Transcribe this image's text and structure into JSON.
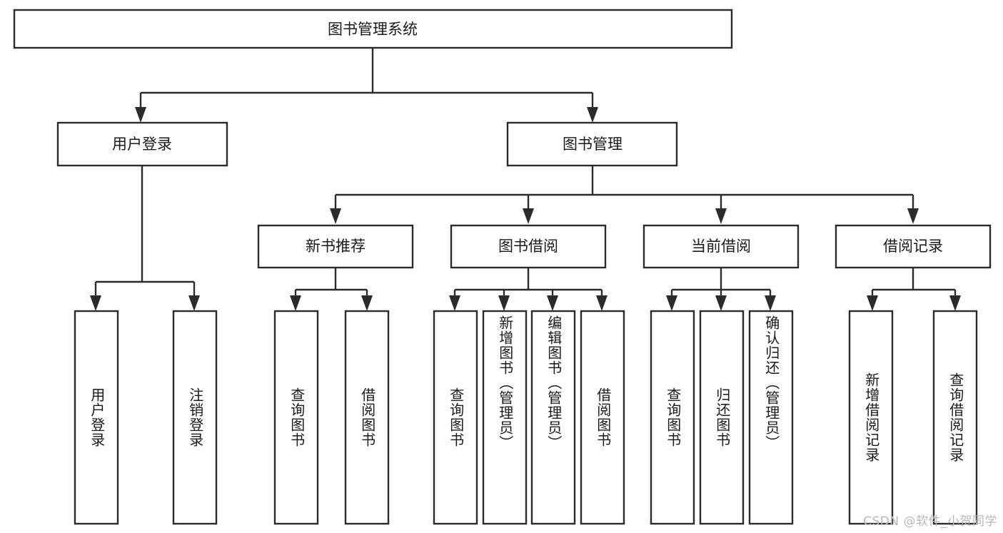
{
  "diagram": {
    "type": "tree",
    "title": "图书管理系统",
    "orientation": "top-down",
    "root": {
      "label": "图书管理系统"
    },
    "level2": [
      {
        "label": "用户登录"
      },
      {
        "label": "图书管理"
      }
    ],
    "level3": [
      {
        "label": "新书推荐",
        "parent": "图书管理"
      },
      {
        "label": "图书借阅",
        "parent": "图书管理"
      },
      {
        "label": "当前借阅",
        "parent": "图书管理"
      },
      {
        "label": "借阅记录",
        "parent": "图书管理"
      }
    ],
    "leaves": [
      {
        "label": "用户登录",
        "parent": "用户登录"
      },
      {
        "label": "注销登录",
        "parent": "用户登录"
      },
      {
        "label": "查询图书",
        "parent": "新书推荐"
      },
      {
        "label": "借阅图书",
        "parent": "新书推荐"
      },
      {
        "label": "查询图书",
        "parent": "图书借阅"
      },
      {
        "label": "新增图书（管理员）",
        "parent": "图书借阅"
      },
      {
        "label": "编辑图书（管理员）",
        "parent": "图书借阅"
      },
      {
        "label": "借阅图书",
        "parent": "图书借阅"
      },
      {
        "label": "查询图书",
        "parent": "当前借阅"
      },
      {
        "label": "归还图书",
        "parent": "当前借阅"
      },
      {
        "label": "确认归还（管理员）",
        "parent": "当前借阅"
      },
      {
        "label": "新增借阅记录",
        "parent": "借阅记录"
      },
      {
        "label": "查询借阅记录",
        "parent": "借阅记录"
      }
    ]
  },
  "watermark": {
    "text": "CSDN @软件_小贺同学"
  },
  "colors": {
    "stroke": "#2b2b2b",
    "fill": "#ffffff",
    "text": "#1a1a1a",
    "watermark": "#b9b9b9"
  }
}
